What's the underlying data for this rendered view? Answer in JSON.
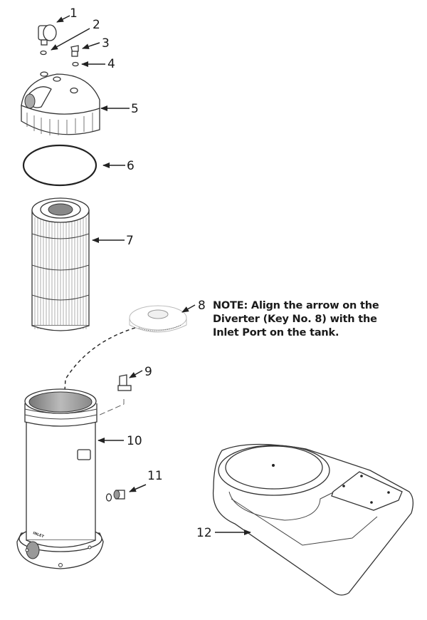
{
  "callouts": {
    "c1": "1",
    "c2": "2",
    "c3": "3",
    "c4": "4",
    "c5": "5",
    "c6": "6",
    "c7": "7",
    "c8": "8",
    "c9": "9",
    "c10": "10",
    "c11": "11",
    "c12": "12"
  },
  "note": {
    "heading": "NOTE:",
    "text": "Align the arrow on the Diverter (Key No. 8) with the Inlet Port on the tank."
  },
  "tank_label": "INLET",
  "colors": {
    "line": "#333333",
    "fill": "#ffffff",
    "inner": "#9a9a9a"
  }
}
